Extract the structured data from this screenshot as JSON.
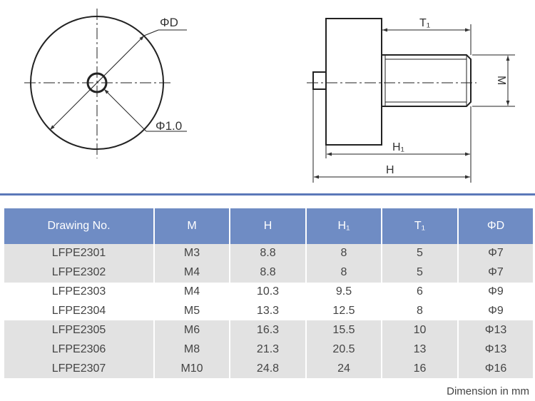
{
  "drawing": {
    "labels": {
      "outer_diameter": "ΦD",
      "center_hole": "Φ1.0",
      "thread_length": "T₁",
      "thread_size": "M",
      "length_h1": "H₁",
      "length_h": "H"
    }
  },
  "table": {
    "headers": [
      "Drawing No.",
      "M",
      "H",
      "H₁",
      "T₁",
      "ΦD"
    ],
    "rows": [
      [
        "LFPE2301",
        "M3",
        "8.8",
        "8",
        "5",
        "Φ7"
      ],
      [
        "LFPE2302",
        "M4",
        "8.8",
        "8",
        "5",
        "Φ7"
      ],
      [
        "LFPE2303",
        "M4",
        "10.3",
        "9.5",
        "6",
        "Φ9"
      ],
      [
        "LFPE2304",
        "M5",
        "13.3",
        "12.5",
        "8",
        "Φ9"
      ],
      [
        "LFPE2305",
        "M6",
        "16.3",
        "15.5",
        "10",
        "Φ13"
      ],
      [
        "LFPE2306",
        "M8",
        "21.3",
        "20.5",
        "13",
        "Φ13"
      ],
      [
        "LFPE2307",
        "M10",
        "24.8",
        "24",
        "16",
        "Φ16"
      ]
    ],
    "row_shading": [
      "shade",
      "shade",
      "plain",
      "plain",
      "shade",
      "shade",
      "shade"
    ],
    "header_color": "#6f8cc4",
    "shade_color": "#e2e2e2"
  },
  "footer": {
    "note": "Dimension in mm"
  }
}
